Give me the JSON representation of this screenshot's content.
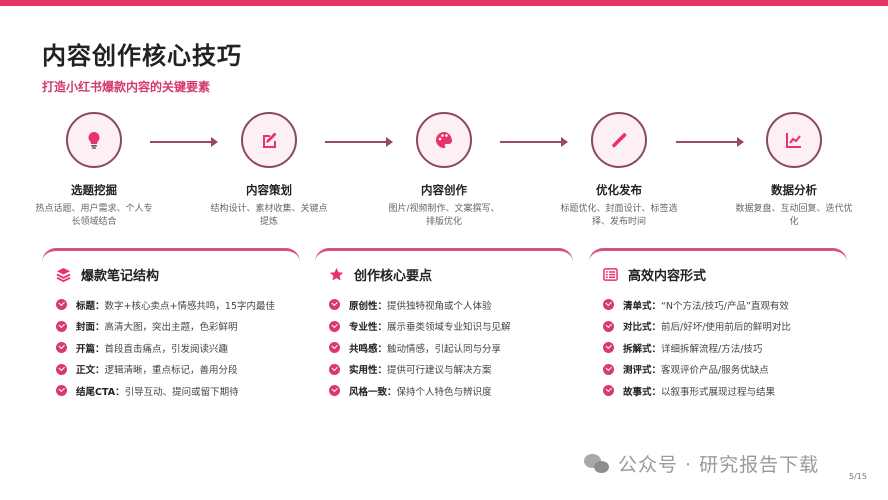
{
  "header": {
    "title": "内容创作核心技巧",
    "subtitle": "打造小红书爆款内容的关键要素"
  },
  "colors": {
    "accent": "#e8336a",
    "icon": "#e8336a",
    "circle_border": "#8a4a5e",
    "arrow": "#9a4a60"
  },
  "steps": [
    {
      "icon": "lightbulb-icon",
      "title": "选题挖掘",
      "desc": "热点话题、用户需求、个人专长领域结合"
    },
    {
      "icon": "edit-icon",
      "title": "内容策划",
      "desc": "结构设计、素材收集、关键点提炼"
    },
    {
      "icon": "palette-icon",
      "title": "内容创作",
      "desc": "图片/视频制作、文案撰写、排版优化"
    },
    {
      "icon": "ruler-icon",
      "title": "优化发布",
      "desc": "标题优化、封面设计、标签选择、发布时间"
    },
    {
      "icon": "chart-line-icon",
      "title": "数据分析",
      "desc": "数据复盘、互动回复、迭代优化"
    }
  ],
  "cards": [
    {
      "icon": "layers-icon",
      "title": "爆款笔记结构",
      "items": [
        {
          "label": "标题：",
          "text": "数字+核心卖点+情感共鸣，15字内最佳"
        },
        {
          "label": "封面：",
          "text": "高清大图，突出主题，色彩鲜明"
        },
        {
          "label": "开篇：",
          "text": "首段直击痛点，引发阅读兴趣"
        },
        {
          "label": "正文：",
          "text": "逻辑清晰，重点标记，善用分段"
        },
        {
          "label": "结尾CTA：",
          "text": "引导互动、提问或留下期待"
        }
      ]
    },
    {
      "icon": "star-icon",
      "title": "创作核心要点",
      "items": [
        {
          "label": "原创性：",
          "text": "提供独特视角或个人体验"
        },
        {
          "label": "专业性：",
          "text": "展示垂类领域专业知识与见解"
        },
        {
          "label": "共鸣感：",
          "text": "触动情感，引起认同与分享"
        },
        {
          "label": "实用性：",
          "text": "提供可行建议与解决方案"
        },
        {
          "label": "风格一致：",
          "text": "保持个人特色与辨识度"
        }
      ]
    },
    {
      "icon": "list-icon",
      "title": "高效内容形式",
      "items": [
        {
          "label": "清单式：",
          "text": "“N个方法/技巧/产品”直观有效"
        },
        {
          "label": "对比式：",
          "text": "前后/好坏/使用前后的鲜明对比"
        },
        {
          "label": "拆解式：",
          "text": "详细拆解流程/方法/技巧"
        },
        {
          "label": "测评式：",
          "text": "客观评价产品/服务优缺点"
        },
        {
          "label": "故事式：",
          "text": "以叙事形式展现过程与结果"
        }
      ]
    }
  ],
  "footer": {
    "watermark": "公众号 · 研究报告下载",
    "page": "5/15"
  }
}
